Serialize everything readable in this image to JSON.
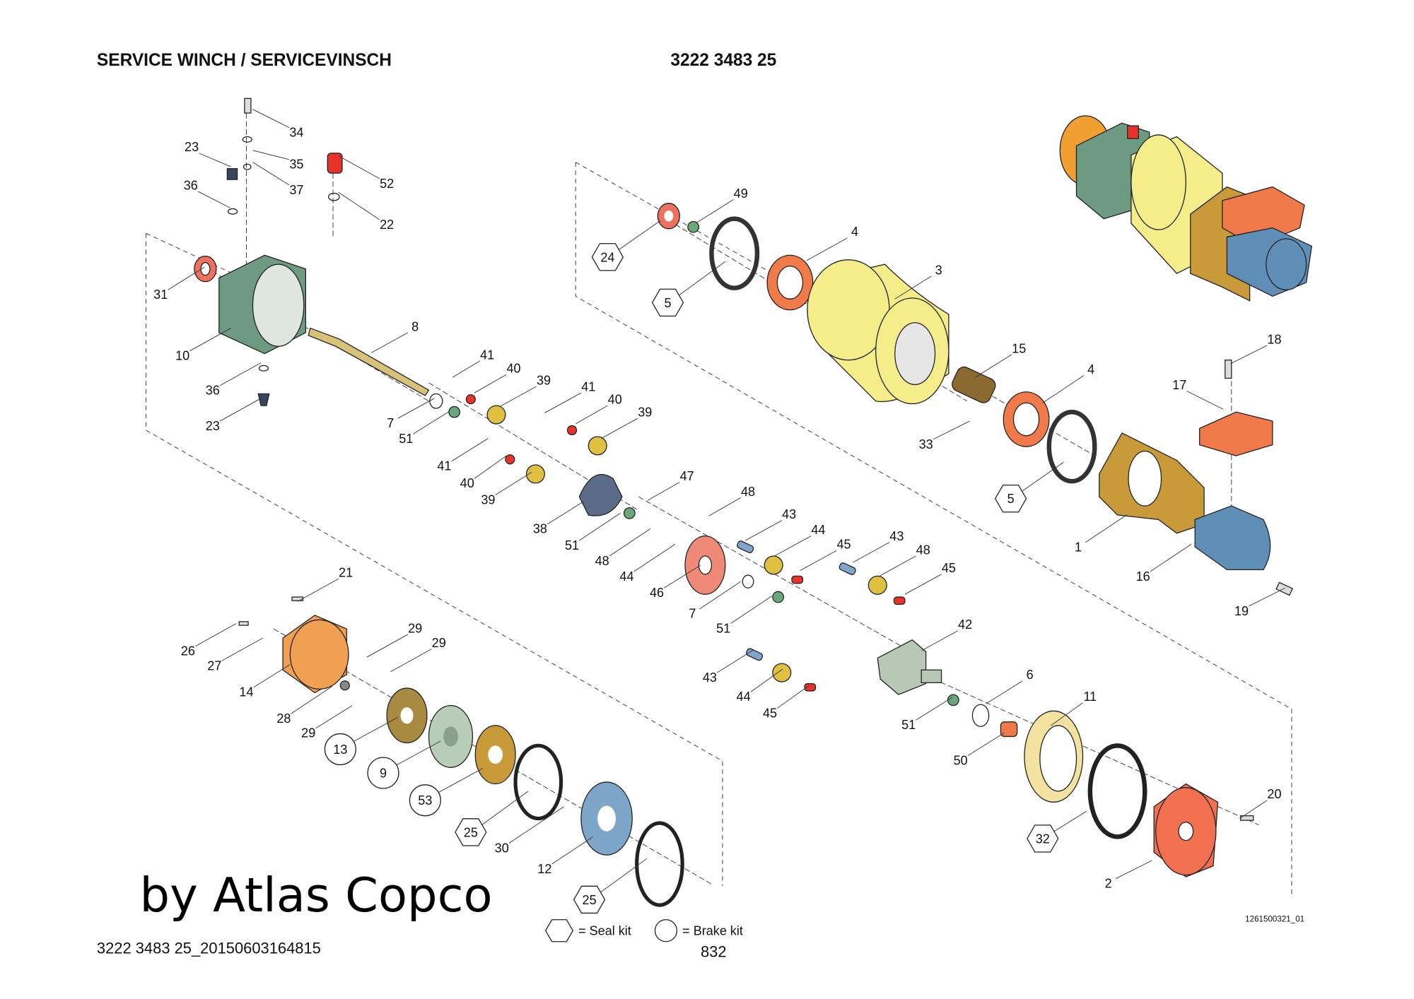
{
  "header": {
    "title": "SERVICE WINCH / SERVICEVINSCH",
    "part_number": "3222 3483 25"
  },
  "footer": {
    "document_id": "3222 3483 25_20150603164815",
    "page_number": "832",
    "drawing_number": "1261500321_01"
  },
  "legend": {
    "seal_kit": "= Seal kit",
    "brake_kit": "= Brake kit"
  },
  "watermark": "by Atlas Copco",
  "colors": {
    "housing": "#6f9a82",
    "drum": "#f5ec8a",
    "orange": "#f07a4a",
    "tan": "#c89a3a",
    "blue": "#5f8fb6",
    "dark": "#333333"
  },
  "callouts": [
    "34",
    "23",
    "35",
    "36",
    "37",
    "52",
    "22",
    "31",
    "10",
    "8",
    "36",
    "23",
    "41",
    "40",
    "7",
    "39",
    "41",
    "40",
    "51",
    "39",
    "41",
    "40",
    "39",
    "38",
    "47",
    "48",
    "51",
    "43",
    "48",
    "44",
    "45",
    "43",
    "44",
    "48",
    "45",
    "46",
    "7",
    "51",
    "42",
    "43",
    "44",
    "45",
    "6",
    "11",
    "51",
    "50",
    "20",
    "2",
    "32",
    "21",
    "26",
    "27",
    "29",
    "29",
    "14",
    "28",
    "29",
    "13",
    "9",
    "53",
    "25",
    "30",
    "12",
    "25",
    "49",
    "24",
    "4",
    "5",
    "3",
    "15",
    "4",
    "33",
    "5",
    "1",
    "16",
    "18",
    "17",
    "19"
  ]
}
